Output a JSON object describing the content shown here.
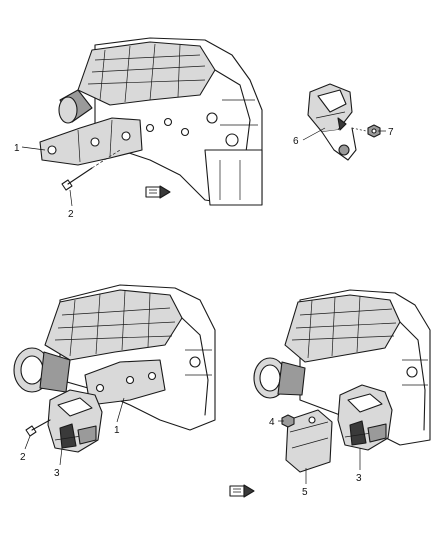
{
  "callouts": {
    "top_left_1": "1",
    "top_left_2": "2",
    "top_right_6": "6",
    "top_right_7": "7",
    "bottom_left_1": "1",
    "bottom_left_2": "2",
    "bottom_left_3": "3",
    "bottom_right_4": "4",
    "bottom_right_5": "5",
    "bottom_right_3": "3"
  },
  "icons": {
    "direction": "front-direction-arrow-icon"
  },
  "colors": {
    "line": "#1a1a1a",
    "shade": "#d9d9d9",
    "dark": "#3a3a3a",
    "background": "#ffffff"
  }
}
